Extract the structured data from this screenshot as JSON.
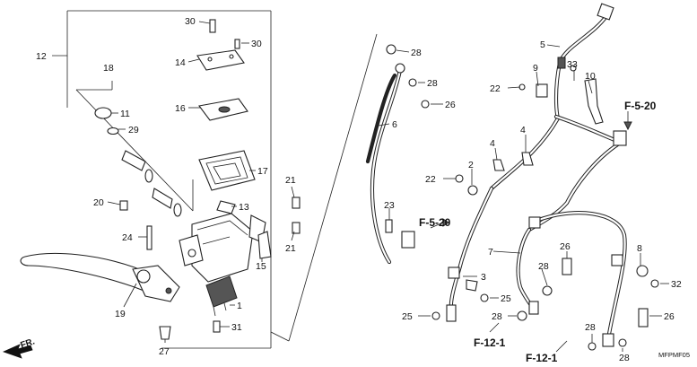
{
  "callouts": [
    {
      "id": "c30a",
      "text": "30"
    },
    {
      "id": "c30b",
      "text": "30"
    },
    {
      "id": "c12",
      "text": "12"
    },
    {
      "id": "c14",
      "text": "14"
    },
    {
      "id": "c18",
      "text": "18"
    },
    {
      "id": "c16",
      "text": "16"
    },
    {
      "id": "c11",
      "text": "11"
    },
    {
      "id": "c29",
      "text": "29"
    },
    {
      "id": "c17",
      "text": "17"
    },
    {
      "id": "c20",
      "text": "20"
    },
    {
      "id": "c13",
      "text": "13"
    },
    {
      "id": "c21a",
      "text": "21"
    },
    {
      "id": "c21b",
      "text": "21"
    },
    {
      "id": "c24",
      "text": "24"
    },
    {
      "id": "c15",
      "text": "15"
    },
    {
      "id": "c1",
      "text": "1"
    },
    {
      "id": "c19",
      "text": "19"
    },
    {
      "id": "c31",
      "text": "31"
    },
    {
      "id": "c27",
      "text": "27"
    },
    {
      "id": "c28a",
      "text": "28"
    },
    {
      "id": "c28b",
      "text": "28"
    },
    {
      "id": "c26a",
      "text": "26"
    },
    {
      "id": "c6",
      "text": "6"
    },
    {
      "id": "c5",
      "text": "5"
    },
    {
      "id": "c9",
      "text": "9"
    },
    {
      "id": "c33",
      "text": "33"
    },
    {
      "id": "c10",
      "text": "10"
    },
    {
      "id": "c22a",
      "text": "22"
    },
    {
      "id": "c4a",
      "text": "4"
    },
    {
      "id": "c4b",
      "text": "4"
    },
    {
      "id": "c2",
      "text": "2"
    },
    {
      "id": "c22b",
      "text": "22"
    },
    {
      "id": "c23",
      "text": "23"
    },
    {
      "id": "c7",
      "text": "7"
    },
    {
      "id": "c26b",
      "text": "26"
    },
    {
      "id": "c8",
      "text": "8"
    },
    {
      "id": "c28c",
      "text": "28"
    },
    {
      "id": "c32",
      "text": "32"
    },
    {
      "id": "c3",
      "text": "3"
    },
    {
      "id": "c25a",
      "text": "25"
    },
    {
      "id": "c25b",
      "text": "25"
    },
    {
      "id": "c28d",
      "text": "28"
    },
    {
      "id": "c26c",
      "text": "26"
    },
    {
      "id": "c28e",
      "text": "28"
    },
    {
      "id": "c28f",
      "text": "28"
    }
  ],
  "references": {
    "f520_top": "F-5-20",
    "f520_mid": "F-5-20",
    "f121_a": "F-12-1",
    "f121_b": "F-12-1"
  },
  "direction": "FR.",
  "diagram_code": "MFPMF05"
}
